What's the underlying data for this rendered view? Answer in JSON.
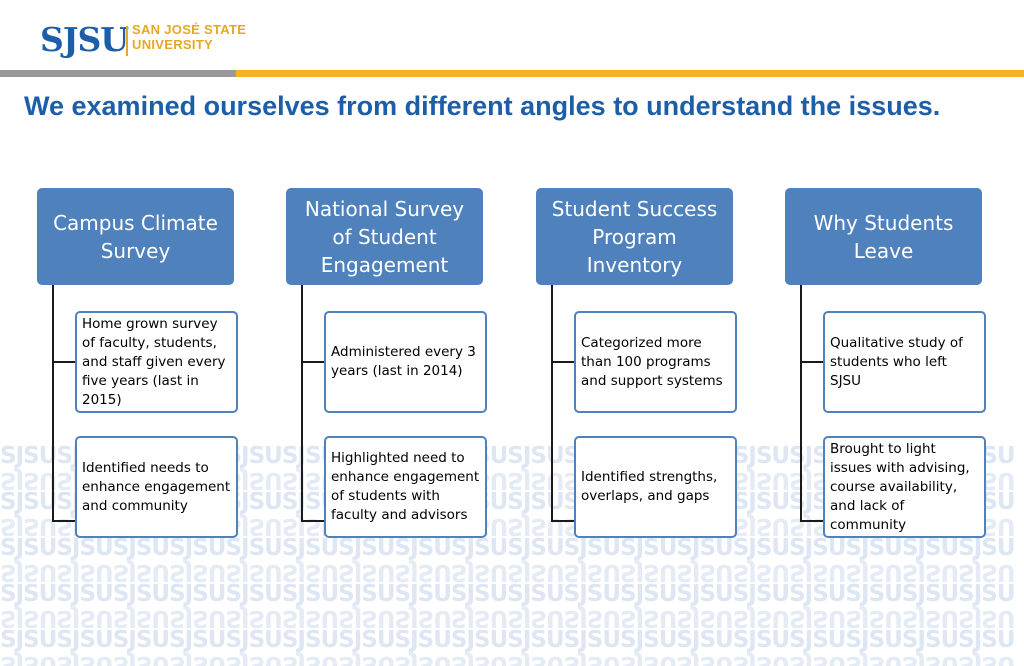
{
  "header": {
    "logo_mark": "SJSU",
    "logo_line1": "SAN JOSÉ STATE",
    "logo_line2": "UNIVERSITY"
  },
  "slide": {
    "title": "We examined ourselves from different angles to understand the issues."
  },
  "columns": [
    {
      "header": "Campus Climate Survey",
      "details": [
        "Home grown survey of faculty, students, and staff given every five years (last in 2015)",
        "Identified needs to enhance engagement and community"
      ]
    },
    {
      "header": "National Survey of Student Engagement",
      "details": [
        "Administered every 3 years (last in 2014)",
        "Highlighted need to enhance engagement of students with faculty and advisors"
      ]
    },
    {
      "header": "Student Success Program Inventory",
      "details": [
        "Categorized more than 100 programs and support systems",
        "Identified strengths, overlaps, and gaps"
      ]
    },
    {
      "header": "Why Students Leave",
      "details": [
        "Qualitative study of students who left SJSU",
        "Brought to light issues with advising, course availability, and lack of community"
      ]
    }
  ],
  "colors": {
    "brand_blue": "#1d5ea8",
    "brand_gold": "#e5a823",
    "header_fill": "#4f81bd",
    "rule_gray": "#999999",
    "rule_gold": "#f6b424"
  }
}
